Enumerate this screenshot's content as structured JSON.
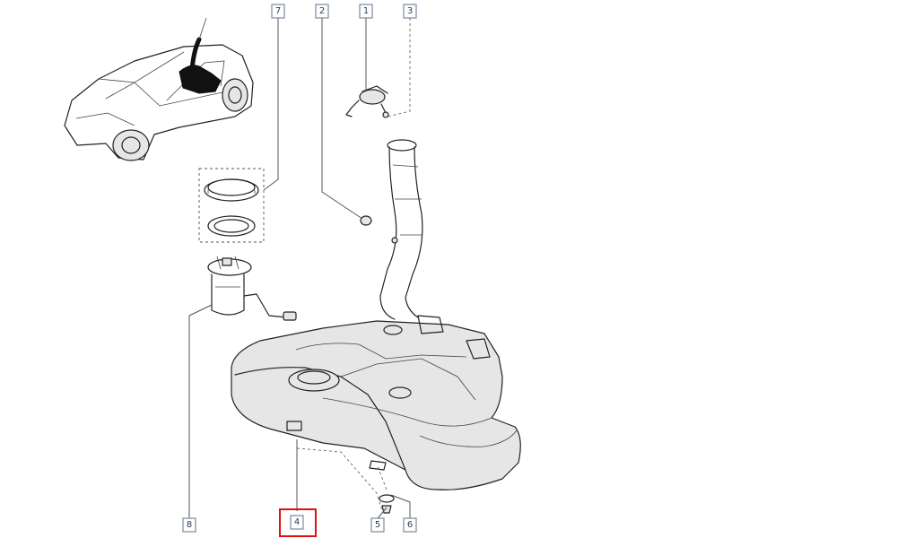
{
  "callouts": [
    {
      "id": "c7",
      "label": "7"
    },
    {
      "id": "c2",
      "label": "2"
    },
    {
      "id": "c1",
      "label": "1"
    },
    {
      "id": "c3",
      "label": "3"
    },
    {
      "id": "c8",
      "label": "8"
    },
    {
      "id": "c4",
      "label": "4",
      "highlighted": true
    },
    {
      "id": "c5",
      "label": "5"
    },
    {
      "id": "c6",
      "label": "6"
    }
  ],
  "colors": {
    "highlight": "#e01010",
    "callout_border": "#7a8aa0",
    "line_art": "#222222"
  }
}
